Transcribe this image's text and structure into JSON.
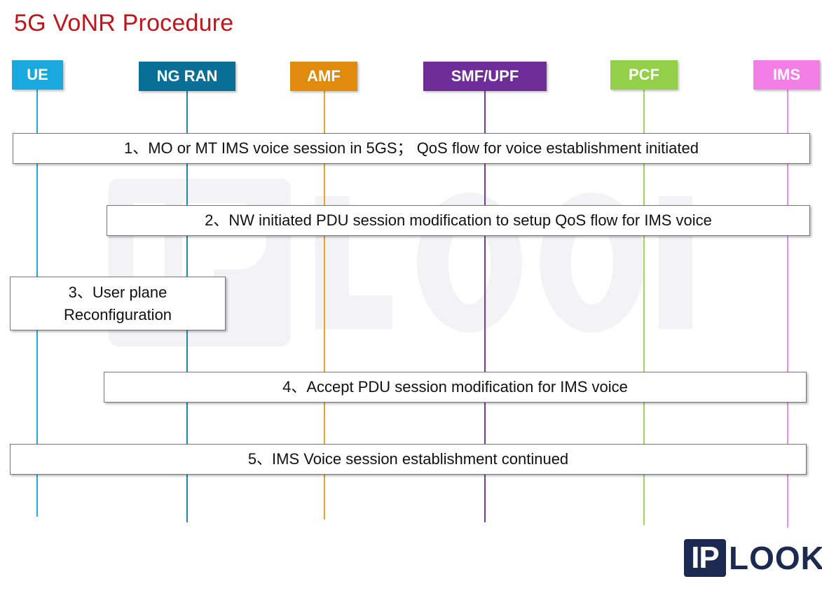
{
  "title": "5G VoNR Procedure",
  "entities": [
    {
      "label": "UE",
      "color": "#1aa9de",
      "line_color": "#2aa6d8"
    },
    {
      "label": "NG RAN",
      "color": "#0a6f96",
      "line_color": "#1e86ad"
    },
    {
      "label": "AMF",
      "color": "#e08a0e",
      "line_color": "#f0a028"
    },
    {
      "label": "SMF/UPF",
      "color": "#6f2d9a",
      "line_color": "#7a3aa6"
    },
    {
      "label": "PCF",
      "color": "#92d04a",
      "line_color": "#9ed65a"
    },
    {
      "label": "IMS",
      "color": "#f27ee6",
      "line_color": "#f28ef0"
    }
  ],
  "steps": [
    {
      "text": "1、MO or MT IMS voice session in 5GS； QoS flow for voice establishment initiated"
    },
    {
      "text": "2、NW initiated PDU session modification to setup QoS flow for IMS voice"
    },
    {
      "line1": "3、User plane",
      "line2": "Reconfiguration"
    },
    {
      "text": "4、Accept PDU session modification for IMS voice"
    },
    {
      "text": "5、IMS Voice session establishment continued"
    }
  ],
  "logo": {
    "part1": "IP",
    "part2": "LOOK"
  }
}
